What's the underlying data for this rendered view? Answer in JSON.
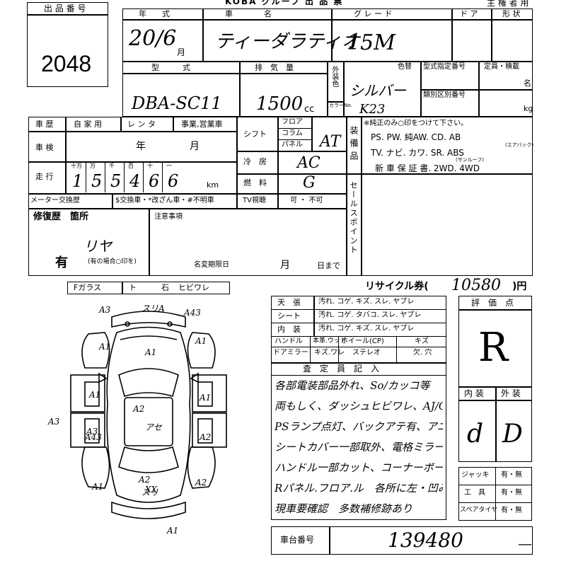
{
  "header": {
    "lot_label": "出 品 番 号",
    "lot_number": "2048",
    "form_title": "KOBA グループ 出 品 票",
    "owner_label": "主 権 者 用"
  },
  "row1": {
    "year_label": "年　　式",
    "car_label": "車　　　　名",
    "grade_label": "グ レ ー ド",
    "door_label": "ド ア",
    "shape_label": "形 状",
    "year_value": "20/6",
    "month_suffix": "月",
    "car_value": "ティーダラティオ",
    "grade_value": "15M"
  },
  "row2": {
    "model_label": "型　　　式",
    "disp_label": "排　気　量",
    "exterior_label": "外装色",
    "color_no_label": "カラーNo.",
    "color_label": "色替",
    "type_code_label": "型式指定番号",
    "category_label": "類別区別番号",
    "capacity_label": "定員・積載",
    "persons_unit": "名",
    "kg_unit": "kg",
    "model_value": "DBA-SC11",
    "disp_value": "1500",
    "cc_unit": "cc",
    "color_value": "シルバー",
    "color_code_value": "K23"
  },
  "history": {
    "label": "車 歴",
    "options": [
      "自 家 用",
      "レ ン タ",
      "事業,営業車"
    ]
  },
  "inspection": {
    "label": "車 検",
    "year": "年",
    "month": "月"
  },
  "mileage": {
    "label": "走 行",
    "places": [
      "十万",
      "万",
      "千",
      "百",
      "十",
      "一"
    ],
    "digits": [
      "1",
      "5",
      "5",
      "4",
      "6",
      "6"
    ],
    "unit": "km"
  },
  "meter": {
    "label": "メーター交換歴",
    "options": "$交換車・*改ざん車・#不明車"
  },
  "shift": {
    "label": "シフト",
    "options": [
      "フロア",
      "コラム",
      "パネル"
    ],
    "value": "AT"
  },
  "ac": {
    "label": "冷　房",
    "value": "AC"
  },
  "fuel": {
    "label": "燃　料",
    "value": "G"
  },
  "tv": {
    "label": "TV視聴",
    "value": "可 ・ 不可"
  },
  "equipment": {
    "label": "装備品",
    "note": "※純正のみ○印をつけて下さい。",
    "line1": "PS.  PW.  純AW.  CD.  AB",
    "airbag_note": "(エアバック)",
    "line2": "TV.  ナビ.  カワ.  SR.  ABS",
    "sunroof_note": "(サンルーフ)",
    "line3": "新 車 保 証 書.   2WD.   4WD"
  },
  "sales_point_label": "セールスポイント",
  "repair": {
    "label": "修復歴　箇所",
    "has": "有",
    "note": "(有の場合○印を)",
    "value": "リヤ"
  },
  "notes": {
    "label": "注意事項",
    "deadline": "名変期限日",
    "month": "月",
    "day_until": "日まで"
  },
  "glass": {
    "label": "Fガラス",
    "options": [
      "ト",
      "石",
      "ヒビワレ"
    ]
  },
  "recycle": {
    "label": "リサイクル券(",
    "amount": "10580",
    "unit": ")円"
  },
  "condition": {
    "rows": [
      {
        "label": "天　張",
        "options": "汚れ. コゲ. キズ. スレ. ヤブレ"
      },
      {
        "label": "シート",
        "options": "汚れ. コゲ. タバコ. スレ. ヤブレ"
      },
      {
        "label": "内　装",
        "options": "汚れ. コゲ. キズ. スレ. ヤブレ"
      }
    ],
    "handle_label": "ハンドル",
    "handle_options": "本革.ウッド",
    "wheel_label": "ホイール(CP)",
    "scratch_label": "キズ",
    "mirror_label": "ドアミラー",
    "mirror_options": "キズ.ワレ",
    "stereo_label": "ステレオ",
    "stereo_options": "欠. 穴"
  },
  "inspector": {
    "label": "査　定　員　記　入",
    "lines": [
      "各部電装部品外れ、So/カッコ等",
      "両もしく、ダッシュヒビワレ、AJ/C有",
      "PSランプ点灯、バックアテ有、アニ外れ",
      "シートカバー一部取外、電格ミラー不良",
      "ハンドル一部カット、コーナーポール入",
      "Rパネル.フロア.ル　各所に左・凹み有",
      "現車要確認　多数補修跡あり"
    ]
  },
  "score": {
    "label": "評　価　点",
    "value": "R",
    "interior_label": "内 装",
    "exterior_label": "外 装",
    "interior_value": "d",
    "exterior_value": "D"
  },
  "tools": [
    {
      "label": "ジャッキ",
      "value": "有・無"
    },
    {
      "label": "工　具",
      "value": "有・無"
    },
    {
      "label": "スペアタイヤ",
      "value": "有・無"
    }
  ],
  "chassis": {
    "label": "車台番号",
    "value": "139480",
    "dash": "—"
  },
  "diagram": {
    "marks": [
      "A3",
      "スリA",
      "A43",
      "A1",
      "A1",
      "A1",
      "A2",
      "A1",
      "A1",
      "A3",
      "A3",
      "A43",
      "A2",
      "アセ",
      "A2",
      "A1",
      "A2",
      "スリ",
      "XX",
      "A1"
    ]
  }
}
